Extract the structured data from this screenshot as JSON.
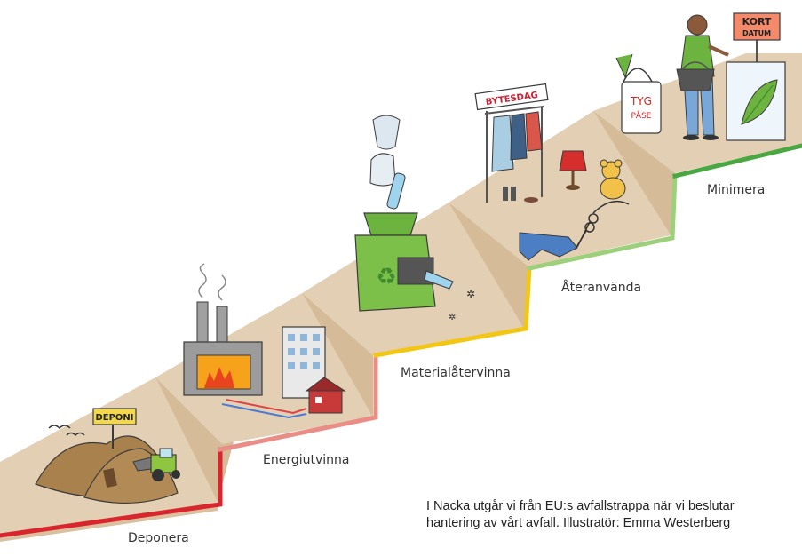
{
  "diagram": {
    "steps": [
      {
        "id": "deponera",
        "label": "Deponera",
        "color": "#d9262e"
      },
      {
        "id": "energiutvinna",
        "label": "Energiutvinna",
        "color": "#ea8d86"
      },
      {
        "id": "materialatervinna",
        "label": "Materialåtervinna",
        "color": "#f2c714"
      },
      {
        "id": "ateranvanda",
        "label": "Återanvända",
        "color": "#9dd07a"
      },
      {
        "id": "minimera",
        "label": "Minimera",
        "color": "#4aa842"
      }
    ],
    "signs": {
      "deponi": "DEPONI",
      "bytesdag": "BYTESDAG",
      "kort_datum": [
        "KORT",
        "DATUM"
      ],
      "tyg_pase": [
        "TYG",
        "PÅSE"
      ]
    },
    "caption": {
      "line1": "I Nacka utgår vi från EU:s avfallstrappa när vi beslutar",
      "line2": "hantering av vårt avfall. Illustratör: Emma Westerberg"
    },
    "colors": {
      "tread": "#e3cfb3",
      "riser": "#d9c1a0",
      "shadow": "#c9ad86",
      "outline": "#3a3a3a"
    }
  }
}
